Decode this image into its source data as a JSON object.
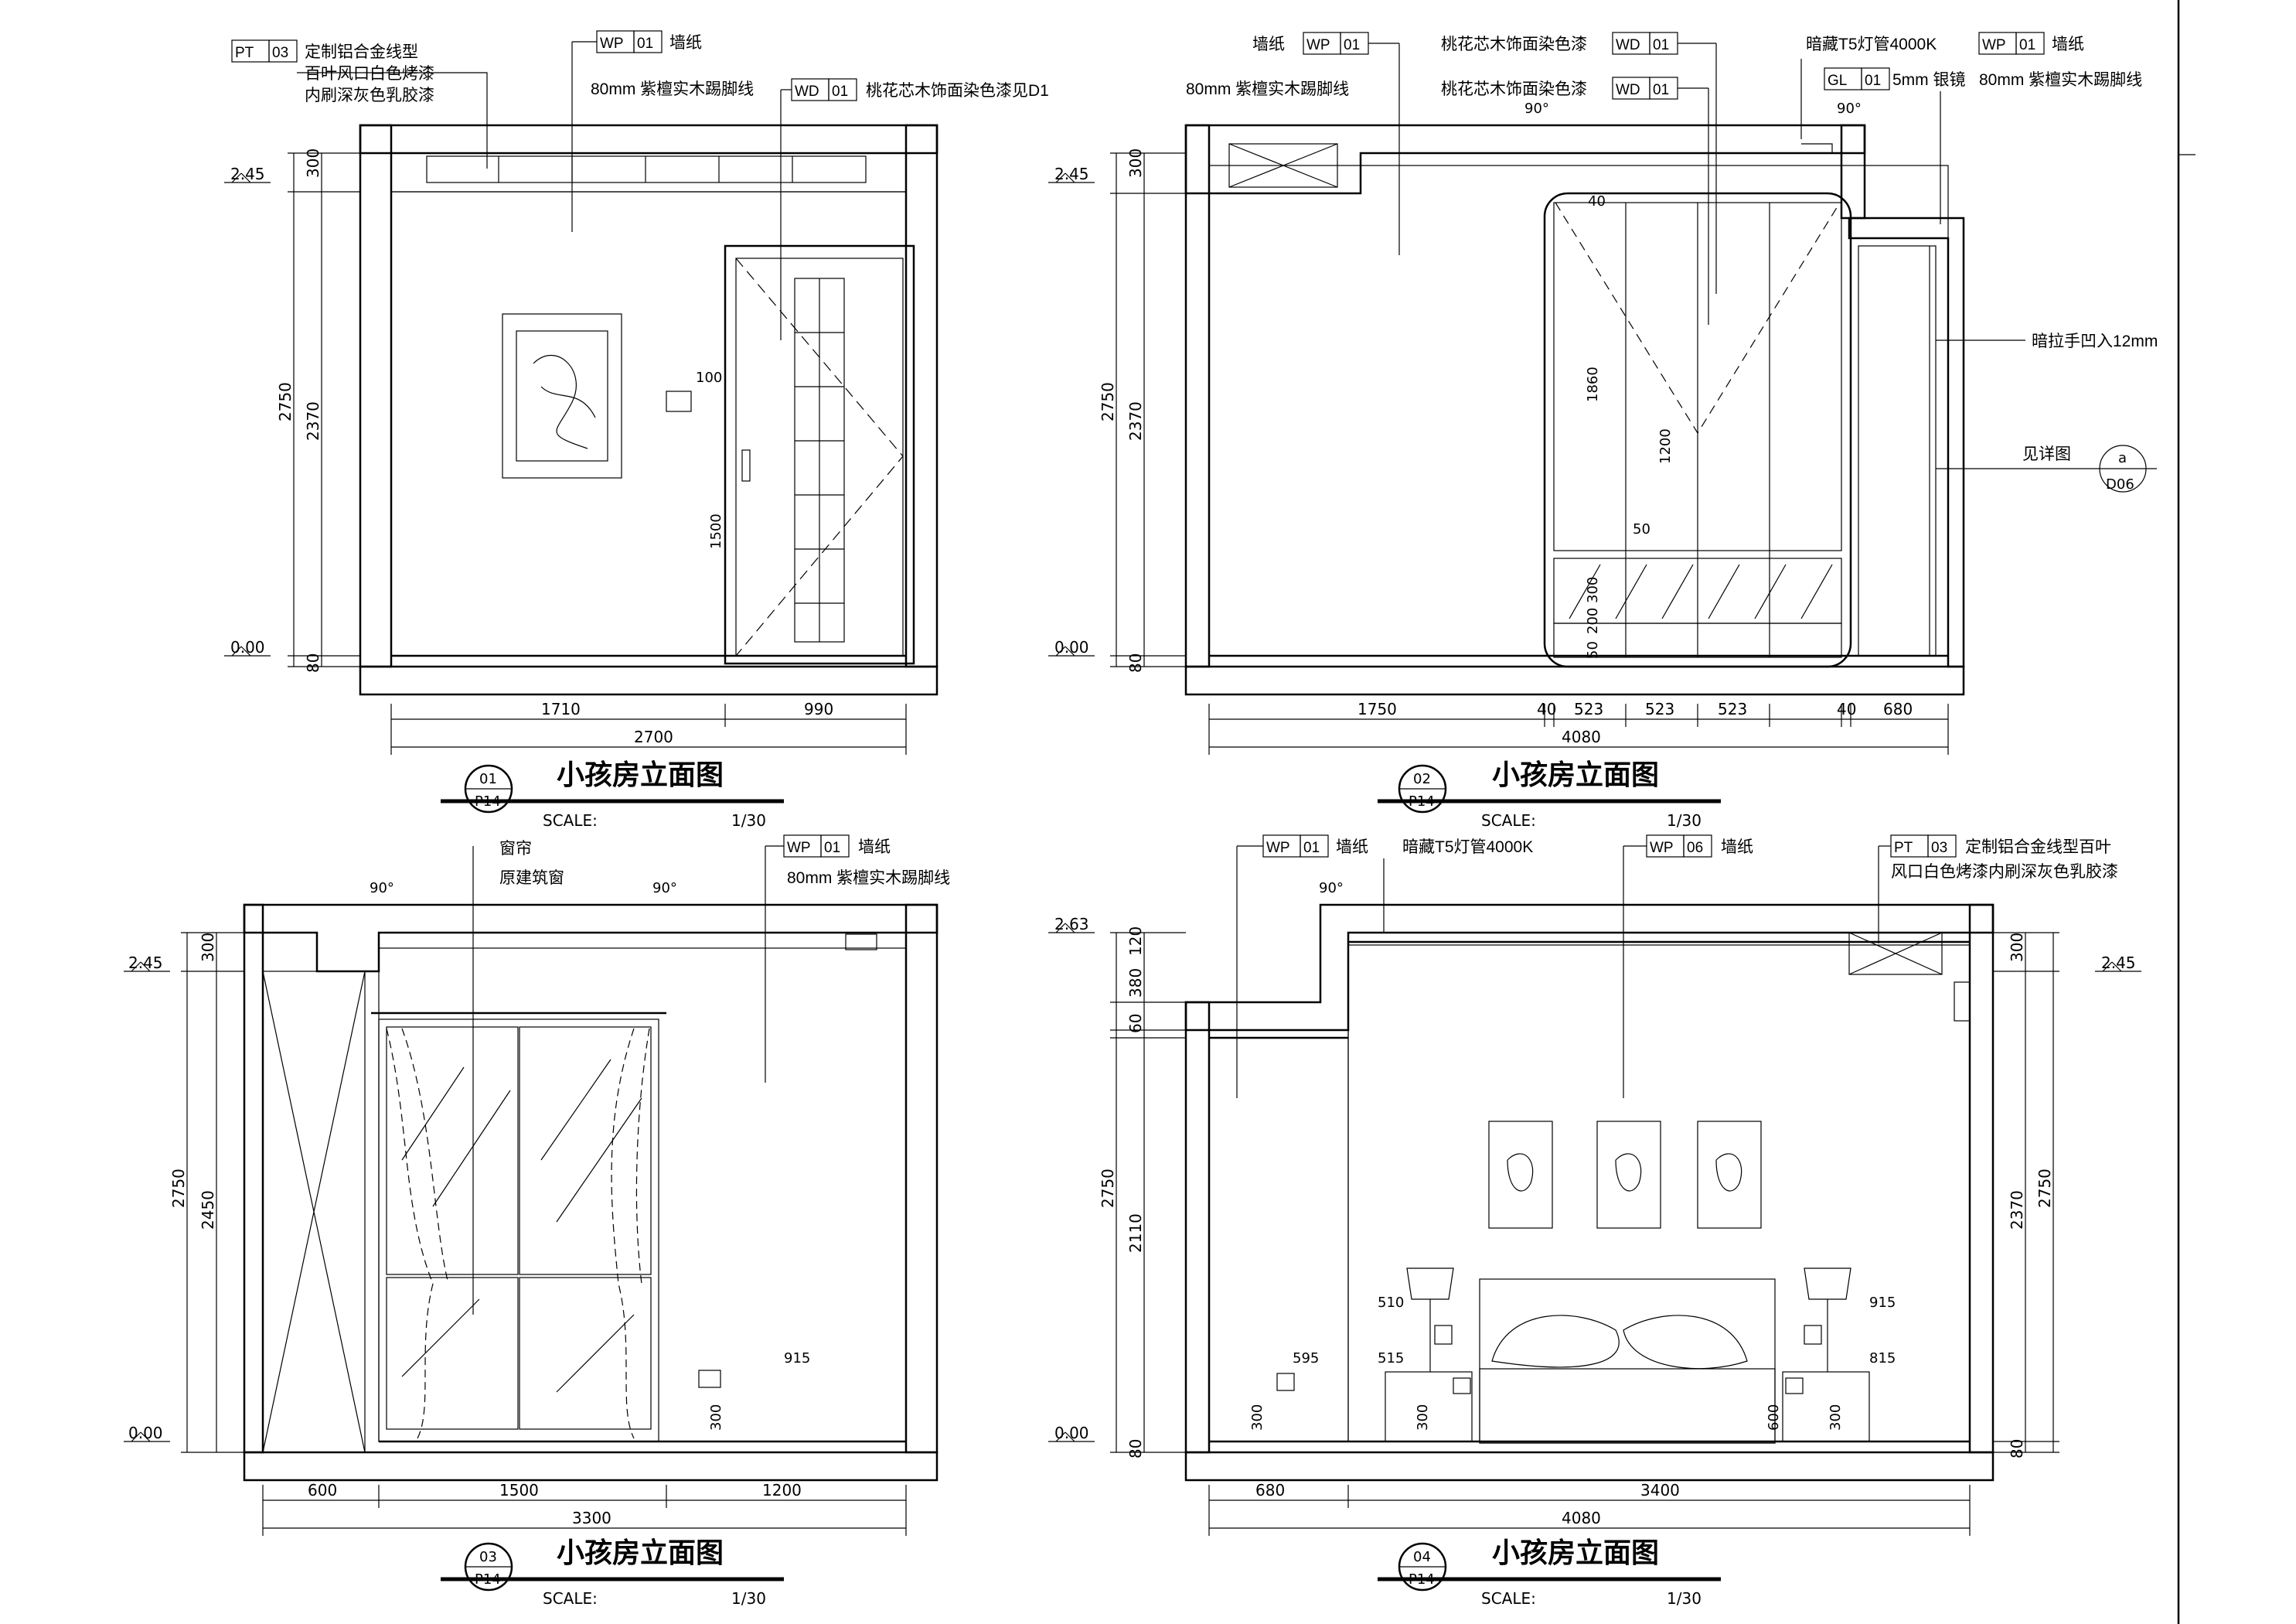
{
  "panels": [
    {
      "id": "p1",
      "title": "小孩房立面图",
      "scale_label": "SCALE:",
      "scale_value": "1/30",
      "badge_top": "01",
      "badge_bottom": "P14",
      "levels": [
        "2.45",
        "0.00"
      ],
      "dims_left": [
        "300",
        "2750",
        "2370",
        "80"
      ],
      "dims_bottom": [
        "1710",
        "990",
        "2700"
      ],
      "inner_dims": [
        "100",
        "1500"
      ],
      "callouts": [
        {
          "code": "PT",
          "num": "03",
          "lines": [
            "定制铝合金线型",
            "百叶风口白色烤漆",
            "内刷深灰色乳胶漆"
          ]
        },
        {
          "code": "WP",
          "num": "01",
          "lines": [
            "墙纸"
          ]
        },
        {
          "code": "",
          "num": "",
          "lines": [
            "80mm 紫檀实木踢脚线"
          ]
        },
        {
          "code": "WD",
          "num": "01",
          "lines": [
            "桃花芯木饰面染色漆见D1"
          ]
        }
      ]
    },
    {
      "id": "p2",
      "title": "小孩房立面图",
      "scale_label": "SCALE:",
      "scale_value": "1/30",
      "badge_top": "02",
      "badge_bottom": "P14",
      "levels": [
        "2.45",
        "0.00"
      ],
      "dims_left": [
        "300",
        "2750",
        "2370",
        "80"
      ],
      "dims_bottom": [
        "1750",
        "40",
        "523",
        "523",
        "523",
        "40",
        "680",
        "4080"
      ],
      "inner_dims": [
        "40",
        "1860",
        "1200",
        "50",
        "300",
        "50",
        "200"
      ],
      "angles": [
        "90°",
        "90°"
      ],
      "detail_ref": {
        "top": "a",
        "bottom": "D06",
        "text": "见详图"
      },
      "callouts": [
        {
          "code": "WP",
          "num": "01",
          "lines": [
            "墙纸"
          ]
        },
        {
          "code": "",
          "num": "",
          "lines": [
            "80mm 紫檀实木踢脚线"
          ]
        },
        {
          "code": "WD",
          "num": "01",
          "lines": [
            "桃花芯木饰面染色漆"
          ]
        },
        {
          "code": "WD",
          "num": "01",
          "lines": [
            "桃花芯木饰面染色漆"
          ]
        },
        {
          "code": "",
          "num": "",
          "lines": [
            "暗藏T5灯管4000K"
          ]
        },
        {
          "code": "WP",
          "num": "01",
          "lines": [
            "墙纸"
          ]
        },
        {
          "code": "GL",
          "num": "01",
          "lines": [
            "5mm 银镜"
          ]
        },
        {
          "code": "",
          "num": "",
          "lines": [
            "80mm 紫檀实木踢脚线"
          ]
        },
        {
          "code": "",
          "num": "",
          "lines": [
            "暗拉手凹入12mm"
          ]
        }
      ]
    },
    {
      "id": "p3",
      "title": "小孩房立面图",
      "scale_label": "SCALE:",
      "scale_value": "1/30",
      "badge_top": "03",
      "badge_bottom": "P14",
      "levels": [
        "2.45",
        "0.00"
      ],
      "dims_left": [
        "300",
        "2750",
        "2450"
      ],
      "dims_bottom": [
        "600",
        "1500",
        "1200",
        "3300"
      ],
      "inner_dims": [
        "915",
        "300"
      ],
      "angles": [
        "90°",
        "90°"
      ],
      "callouts": [
        {
          "code": "",
          "num": "",
          "lines": [
            "窗帘"
          ]
        },
        {
          "code": "",
          "num": "",
          "lines": [
            "原建筑窗"
          ]
        },
        {
          "code": "WP",
          "num": "01",
          "lines": [
            "墙纸"
          ]
        },
        {
          "code": "",
          "num": "",
          "lines": [
            "80mm 紫檀实木踢脚线"
          ]
        }
      ]
    },
    {
      "id": "p4",
      "title": "小孩房立面图",
      "scale_label": "SCALE:",
      "scale_value": "1/30",
      "badge_top": "04",
      "badge_bottom": "P14",
      "levels": [
        "2.63",
        "0.00",
        "2.45"
      ],
      "dims_left": [
        "120",
        "380",
        "60",
        "2750",
        "2110",
        "80"
      ],
      "dims_right": [
        "300",
        "2370",
        "2750",
        "80"
      ],
      "dims_bottom": [
        "680",
        "3400",
        "4080"
      ],
      "inner_dims": [
        "510",
        "515",
        "595",
        "300",
        "300",
        "915",
        "815",
        "600",
        "300"
      ],
      "angles": [
        "90°"
      ],
      "callouts": [
        {
          "code": "WP",
          "num": "01",
          "lines": [
            "墙纸"
          ]
        },
        {
          "code": "",
          "num": "",
          "lines": [
            "暗藏T5灯管4000K"
          ]
        },
        {
          "code": "WP",
          "num": "06",
          "lines": [
            "墙纸"
          ]
        },
        {
          "code": "PT",
          "num": "03",
          "lines": [
            "定制铝合金线型百叶",
            "风口白色烤漆内刷深灰色乳胶漆"
          ]
        }
      ]
    }
  ]
}
